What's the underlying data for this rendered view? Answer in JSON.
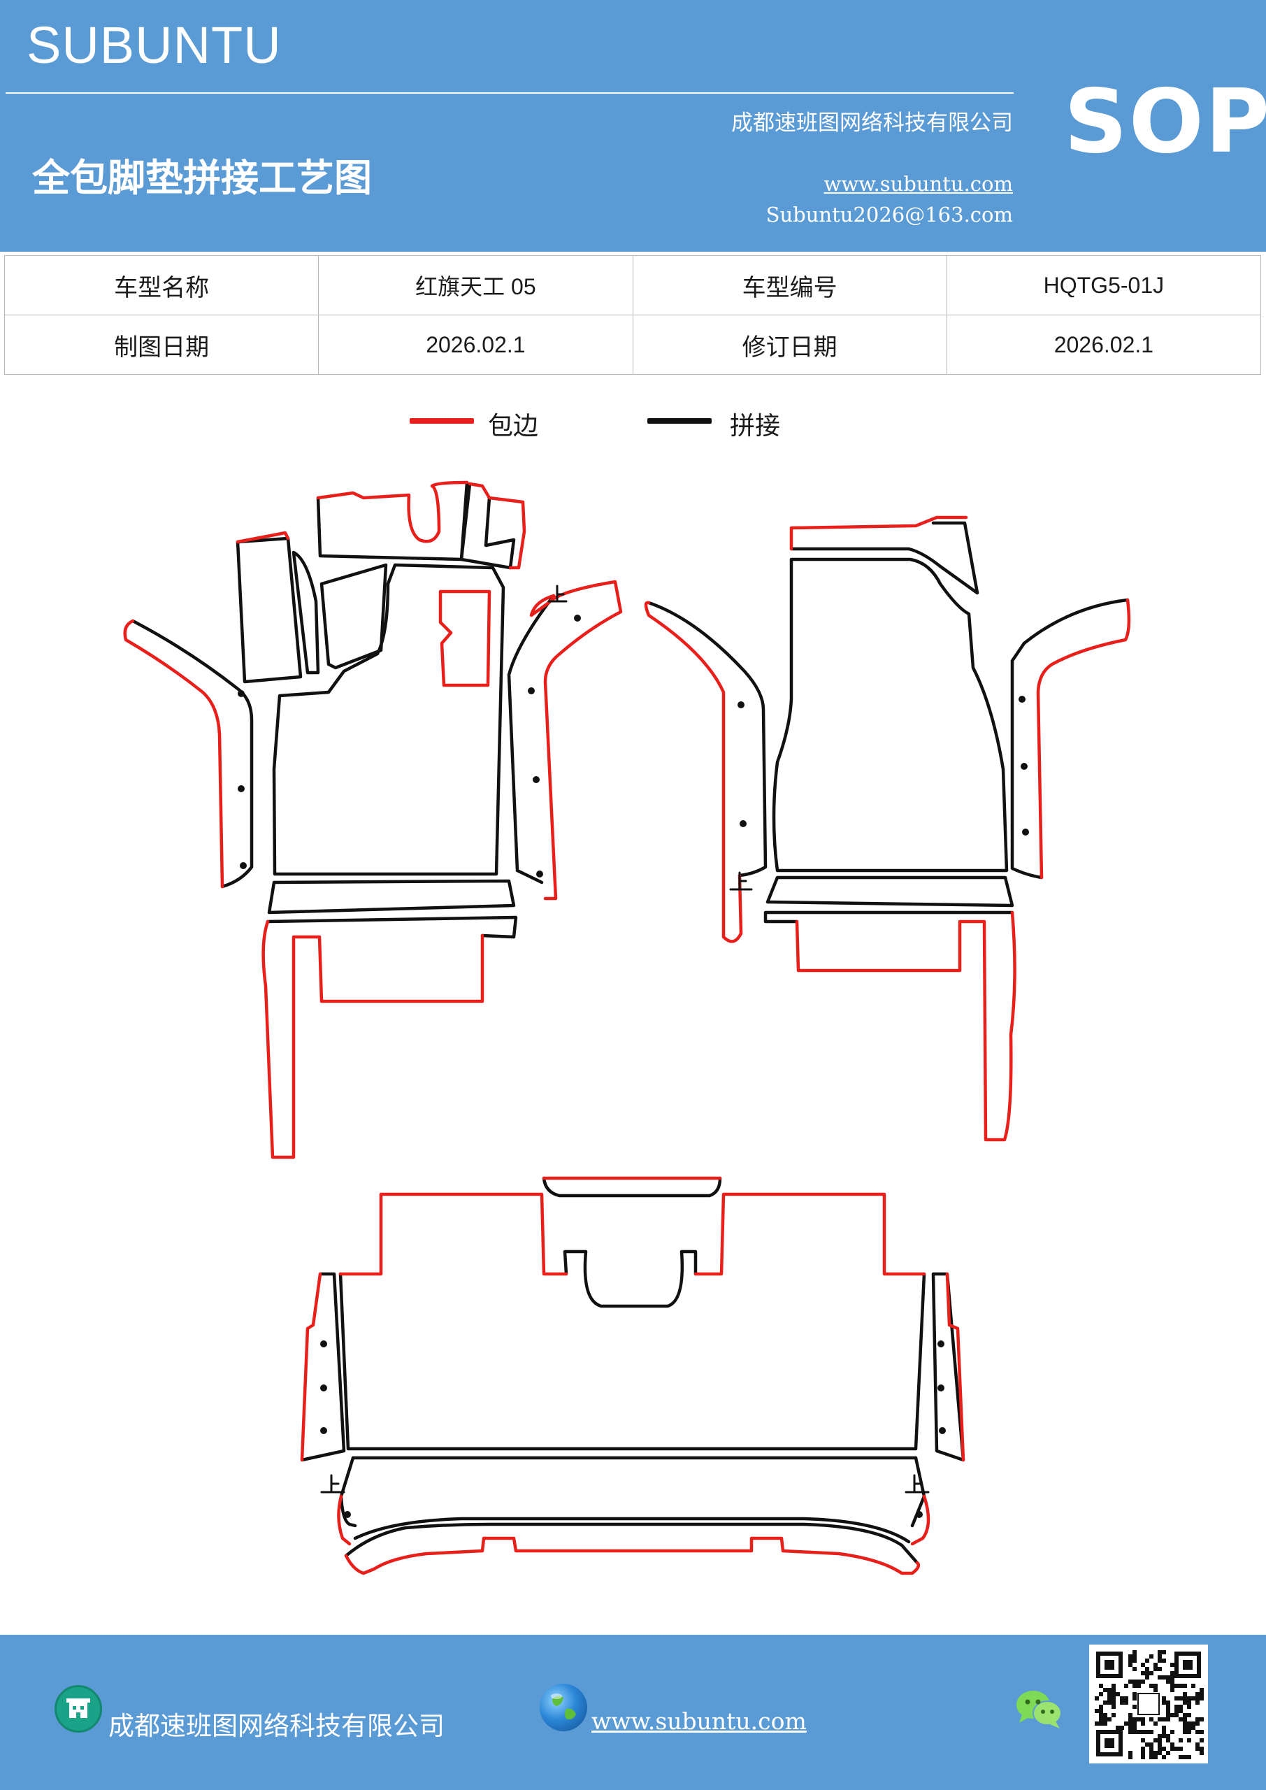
{
  "header": {
    "brand": "SUBUNTU",
    "company": "成都速班图网络科技有限公司",
    "title": "全包脚垫拼接工艺图",
    "website": "www.subuntu.com",
    "email": "Subuntu2026@163.com",
    "badge": "SOP"
  },
  "info_table": {
    "rows": [
      [
        {
          "text": "车型名称",
          "kind": "label"
        },
        {
          "text": "红旗天工 05",
          "kind": "value"
        },
        {
          "text": "车型编号",
          "kind": "label"
        },
        {
          "text": "HQTG5-01J",
          "kind": "value"
        }
      ],
      [
        {
          "text": "制图日期",
          "kind": "label"
        },
        {
          "text": "2026.02.1",
          "kind": "value"
        },
        {
          "text": "修订日期",
          "kind": "label"
        },
        {
          "text": "2026.02.1",
          "kind": "value"
        }
      ]
    ]
  },
  "legend": {
    "items": [
      {
        "label": "包边",
        "color": "#e8201c"
      },
      {
        "label": "拼接",
        "color": "#111111"
      }
    ]
  },
  "diagram": {
    "up_mark": "上",
    "edge_color": "#e8201c",
    "seam_color": "#111111"
  },
  "footer": {
    "company": "成都速班图网络科技有限公司",
    "website": "www.subuntu.com",
    "icons": [
      "building-icon",
      "globe-icon",
      "wechat-icon",
      "qr-code"
    ]
  }
}
